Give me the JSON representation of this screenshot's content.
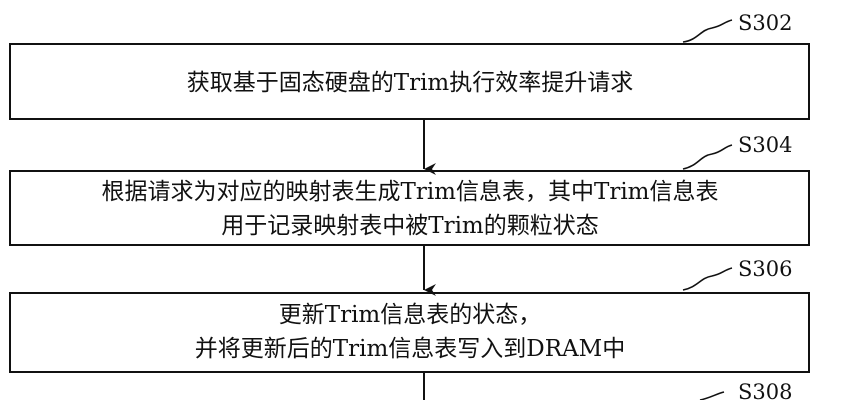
{
  "steps": [
    {
      "label": "S302",
      "lines": [
        "获取基于固态硬盘的Trim执行效率提升请求"
      ]
    },
    {
      "label": "S304",
      "lines": [
        "根据请求为对应的映射表生成Trim信息表，其中Trim信息表",
        "用于记录映射表中被Trim的颗粒状态"
      ]
    },
    {
      "label": "S306",
      "lines": [
        "更新Trim信息表的状态，",
        "并将更新后的Trim信息表写入到DRAM中"
      ]
    },
    {
      "label": "S308",
      "lines": []
    }
  ]
}
